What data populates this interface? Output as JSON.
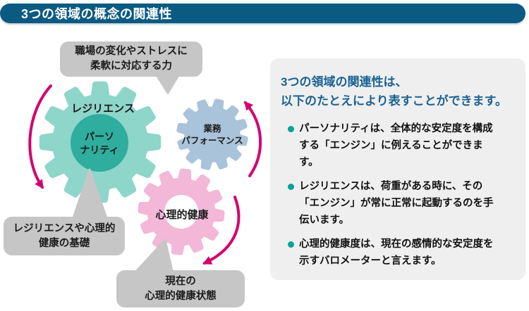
{
  "header": {
    "title": "3つの領域の概念の関連性"
  },
  "colors": {
    "header_bg": "#0b5a82",
    "header_text": "#ffffff",
    "callout_bg": "#c6c6c6",
    "callout_text": "#1a1a1a",
    "gear_resilience": "#8ed5ca",
    "gear_personality": "#2fad9e",
    "gear_performance": "#a9c3da",
    "gear_mental": "#f3b7d8",
    "gear_hole": "#ffffff",
    "arrow": "#d4006f",
    "panel_bg": "#efefef",
    "panel_title": "#1a6292",
    "bullet_dot": "#00a29b",
    "body_text": "#111111"
  },
  "diagram": {
    "gears": [
      {
        "id": "resilience",
        "label": "レジリエンス"
      },
      {
        "id": "personality",
        "line1": "パーソ",
        "line2": "ナリティ"
      },
      {
        "id": "performance",
        "line1": "業務",
        "line2": "パフォーマンス"
      },
      {
        "id": "mental-health",
        "label": "心理的健康"
      }
    ],
    "callouts": [
      {
        "id": "top",
        "line1": "職場の変化やストレスに",
        "line2": "柔軟に対応する力"
      },
      {
        "id": "bottom-left",
        "line1": "レジリエンスや心理的",
        "line2": "健康の基礎"
      },
      {
        "id": "bottom",
        "line1": "現在の",
        "line2": "心理的健康状態"
      }
    ]
  },
  "panel": {
    "title_line1": "3つの領域の関連性は、",
    "title_line2": "以下のたとえにより表すことができます。",
    "bullets": [
      {
        "text": "パーソナリティは、全体的な安定度を構成する「エンジン」に例えることができます。"
      },
      {
        "text": "レジリエンスは、荷重がある時に、その「エンジン」が常に正常に起動するのを手伝います。"
      },
      {
        "text": "心理的健康度は、現在の感情的な安定度を示すバロメーターと言えます。"
      }
    ]
  }
}
